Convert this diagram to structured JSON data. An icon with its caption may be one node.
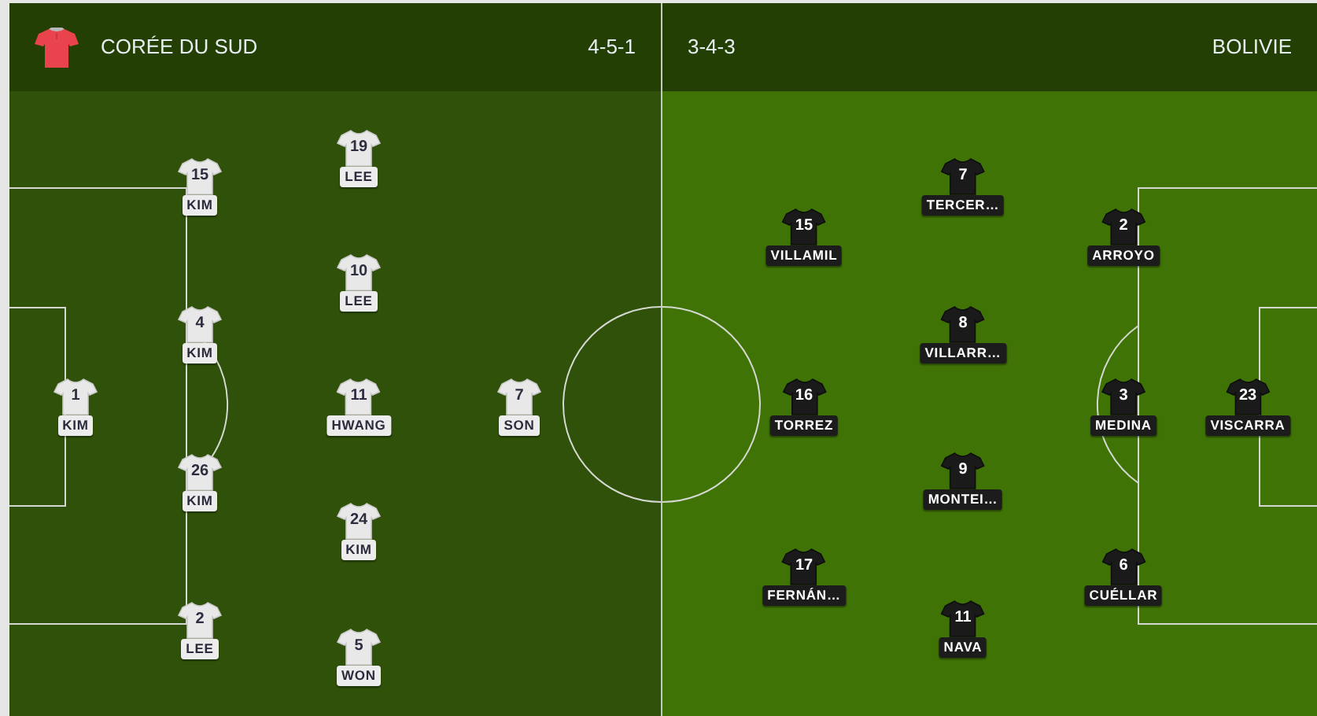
{
  "diagram": {
    "nodes": [
      {
        "text": [
          "CORÉE DU SUD",
          "4-5-1"
        ]
      },
      {
        "text": [
          "1",
          "KIM"
        ],
        "in": 0
      },
      {
        "text": [
          "15",
          "KIM"
        ],
        "in": 0
      },
      {
        "text": [
          "4",
          "KIM"
        ],
        "in": 0
      },
      {
        "text": [
          "26",
          "KIM"
        ],
        "in": 0
      },
      {
        "text": [
          "2",
          "LEE"
        ],
        "in": 0
      },
      {
        "text": [
          "19",
          "LEE"
        ],
        "in": 0
      },
      {
        "text": [
          "10",
          "LEE"
        ],
        "in": 0
      },
      {
        "text": [
          "11",
          "HWANG"
        ],
        "in": 0
      },
      {
        "text": [
          "24",
          "KIM"
        ],
        "in": 0
      },
      {
        "text": [
          "5",
          "WON"
        ],
        "in": 0
      },
      {
        "text": [
          "7",
          "SON"
        ],
        "in": 0
      },
      {
        "text": [
          "3-4-3",
          "BOLIVIE"
        ]
      },
      {
        "text": [
          "15",
          "VILLAMIL"
        ],
        "in": 12
      },
      {
        "text": [
          "16",
          "TORREZ"
        ],
        "in": 12
      },
      {
        "text": [
          "17",
          "FERNÁN…"
        ],
        "in": 12
      },
      {
        "text": [
          "7",
          "TERCER…"
        ],
        "in": 12
      },
      {
        "text": [
          "8",
          "VILLARR…"
        ],
        "in": 12
      },
      {
        "text": [
          "9",
          "MONTEI…"
        ],
        "in": 12
      },
      {
        "text": [
          "11",
          "NAVA"
        ],
        "in": 12
      },
      {
        "text": [
          "2",
          "ARROYO"
        ],
        "in": 12
      },
      {
        "text": [
          "3",
          "MEDINA"
        ],
        "in": 12
      },
      {
        "text": [
          "6",
          "CUÉLLAR"
        ],
        "in": 12
      },
      {
        "text": [
          "23",
          "VISCARRA"
        ],
        "in": 12
      }
    ]
  }
}
